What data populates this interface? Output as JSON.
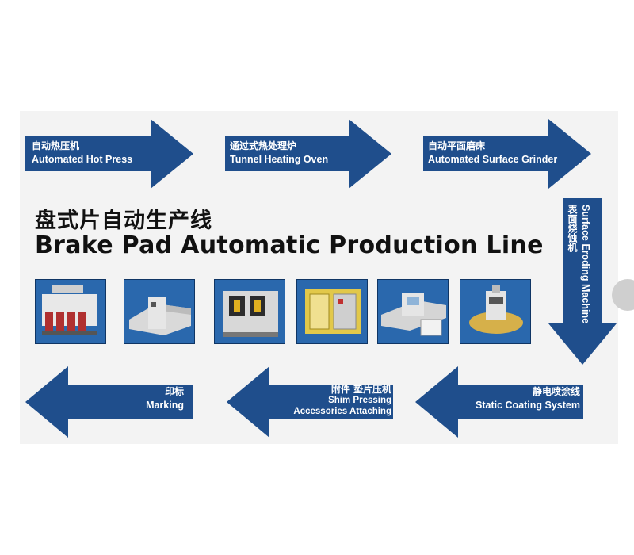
{
  "title": {
    "zh": "盘式片自动生产线",
    "en": "Brake Pad Automatic Production Line"
  },
  "colors": {
    "arrow": "#1f4e8c",
    "panel": "#f3f3f3",
    "title": "#111111"
  },
  "steps": [
    {
      "zh": "自动热压机",
      "en": "Automated Hot Press",
      "direction": "right"
    },
    {
      "zh": "通过式热处理炉",
      "en": "Tunnel Heating Oven",
      "direction": "right"
    },
    {
      "zh": "自动平面磨床",
      "en": "Automated Surface Grinder",
      "direction": "right"
    },
    {
      "zh": "表面烧蚀机",
      "en": "Surface Eroding Machine",
      "direction": "down"
    },
    {
      "zh": "静电喷涂线",
      "en": "Static Coating System",
      "direction": "left"
    },
    {
      "zh": "附件 垫片压机",
      "en": "Shim Pressing",
      "en2": "Accessories Attaching",
      "direction": "left"
    },
    {
      "zh": "印标",
      "en": "Marking",
      "direction": "left"
    }
  ],
  "photos": [
    {
      "name": "hot-press-machine"
    },
    {
      "name": "tunnel-oven-machine"
    },
    {
      "name": "surface-grinder-machine"
    },
    {
      "name": "eroding-machine"
    },
    {
      "name": "coating-line-machine"
    },
    {
      "name": "shim-press-machine"
    }
  ]
}
